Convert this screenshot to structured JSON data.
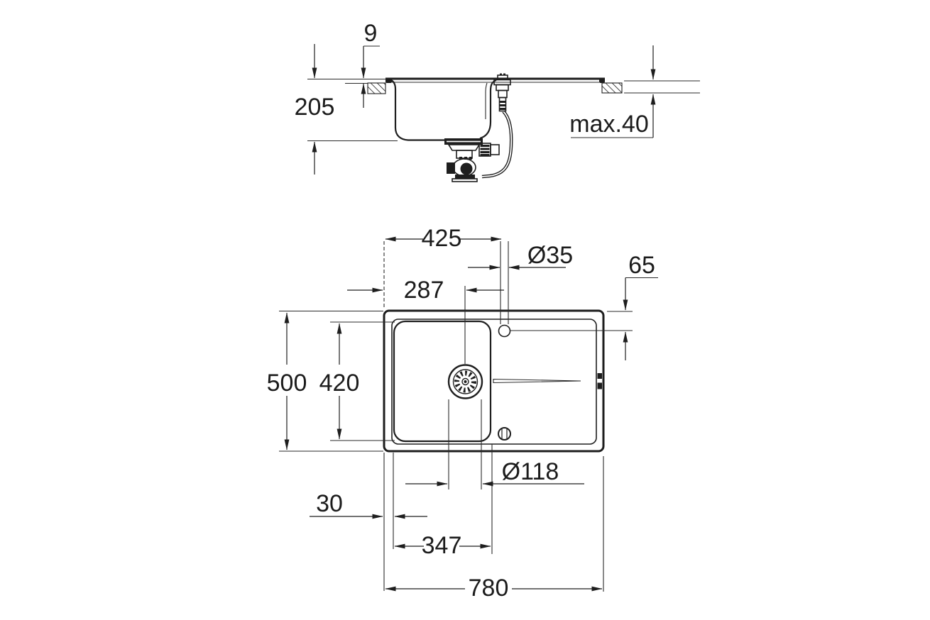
{
  "drawing": {
    "kind": "sink installation dimension drawing",
    "background": "#ffffff",
    "line_color": "#1e1e1e"
  },
  "side_view": {
    "labels": {
      "rim_height": "9",
      "bowl_depth": "205",
      "counter_thickness_max": "max.40"
    }
  },
  "plan_view": {
    "labels": {
      "left_edge_to_tap_center": "425",
      "tap_hole_diameter": "Ø35",
      "top_edge_to_tap_center": "65",
      "left_edge_to_drain_center": "287",
      "overall_depth": "500",
      "inner_depth": "420",
      "strainer_diameter": "Ø118",
      "edge_to_bowl_offset": "30",
      "bowl_width": "347",
      "overall_width": "780"
    }
  }
}
